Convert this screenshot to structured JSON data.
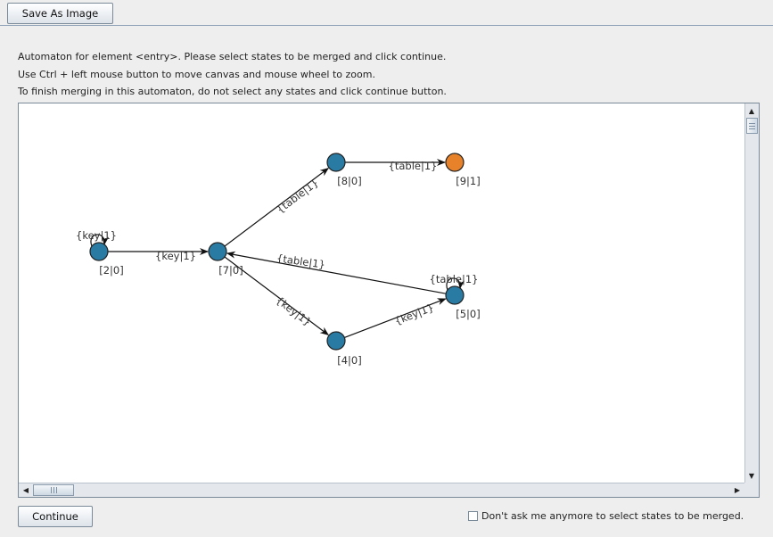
{
  "toolbar": {
    "save_label": "Save As Image"
  },
  "instructions": [
    "Automaton for element <entry>. Please select states to be merged and click continue.",
    "Use Ctrl + left mouse button to move canvas and mouse wheel to zoom.",
    "To finish merging in this automaton, do not select any states and click continue button."
  ],
  "graph": {
    "colors": {
      "state": "#2a7ba3",
      "final": "#e8822a",
      "edge": "#111111"
    },
    "nodes": [
      {
        "id": "n2",
        "label": "[2|0]"
      },
      {
        "id": "n7",
        "label": "[7|0]"
      },
      {
        "id": "n8",
        "label": "[8|0]"
      },
      {
        "id": "n9",
        "label": "[9|1]"
      },
      {
        "id": "n4",
        "label": "[4|0]"
      },
      {
        "id": "n5",
        "label": "[5|0]"
      }
    ],
    "edges": [
      {
        "from": "n2",
        "to": "n2",
        "label": "{key|1}"
      },
      {
        "from": "n2",
        "to": "n7",
        "label": "{key|1}"
      },
      {
        "from": "n7",
        "to": "n8",
        "label": "{table|1}"
      },
      {
        "from": "n8",
        "to": "n9",
        "label": "{table|1}"
      },
      {
        "from": "n7",
        "to": "n4",
        "label": "{key|1}"
      },
      {
        "from": "n4",
        "to": "n5",
        "label": "{key|1}"
      },
      {
        "from": "n5",
        "to": "n7",
        "label": "{table|1}"
      },
      {
        "from": "n5",
        "to": "n5",
        "label": "{table|1}"
      }
    ]
  },
  "footer": {
    "continue_label": "Continue",
    "dont_ask_label": "Don't ask me anymore to select states to be merged.",
    "dont_ask_checked": false
  }
}
